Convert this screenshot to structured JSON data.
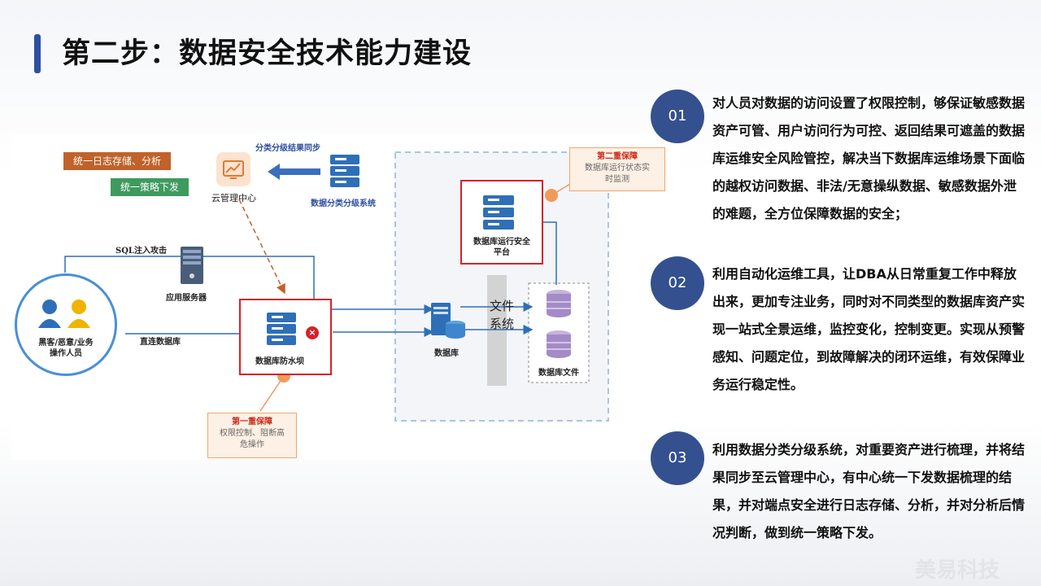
{
  "title": "第二步：数据安全技术能力建设",
  "diagram": {
    "tag_log": "统一日志存储、分析",
    "tag_policy": "统一策略下发",
    "cloud_center": "云管理中心",
    "sync_label": "分类分级结果同步",
    "classify_system": "数据分类分级系统",
    "sql_attack": "SQL注入攻击",
    "app_server": "应用服务器",
    "users": "黑客/恶意/业务\n操作人员",
    "direct_db": "直连数据库",
    "firewall": "数据库防水坝",
    "database": "数据库",
    "file_system": "文件\n系统",
    "db_files": "数据库文件",
    "ops_platform": "数据库运行安全\n平台",
    "guard1_title": "第一重保障",
    "guard1_text": "权限控制、阻断高\n危操作",
    "guard2_title": "第二重保障",
    "guard2_text": "数据库运行状态实\n时监测",
    "colors": {
      "tag_log": "#c0622a",
      "tag_policy": "#3f9a5e",
      "accent_blue": "#2d4fa0",
      "server_blue": "#2f6fb8",
      "red_box": "#d8202a",
      "orange": "#f09a5a"
    },
    "icons": [
      "user-icon",
      "server-icon",
      "monitor-icon",
      "database-icon",
      "block-icon"
    ]
  },
  "points": [
    {
      "num": "01",
      "text": "对人员对数据的访问设置了权限控制，够保证敏感数据资产可管、用户访问行为可控、返回结果可遮盖的数据库运维安全风险管控，解决当下数据库运维场景下面临的越权访问数据、非法/无意操纵数据、敏感数据外泄的难题，全方位保障数据的安全；"
    },
    {
      "num": "02",
      "text": "利用自动化运维工具，让DBA从日常重复工作中释放出来，更加专注业务，同时对不同类型的数据库资产实现一站式全景运维，监控变化，控制变更。实现从预警感知、问题定位，到故障解决的闭环运维，有效保障业务运行稳定性。"
    },
    {
      "num": "03",
      "text": "利用数据分类分级系统，对重要资产进行梳理，并将结果同步至云管理中心，有中心统一下发数据梳理的结果，并对端点安全进行日志存储、分析，并对分析后情况判断，做到统一策略下发。"
    }
  ],
  "watermark": "美易科技"
}
